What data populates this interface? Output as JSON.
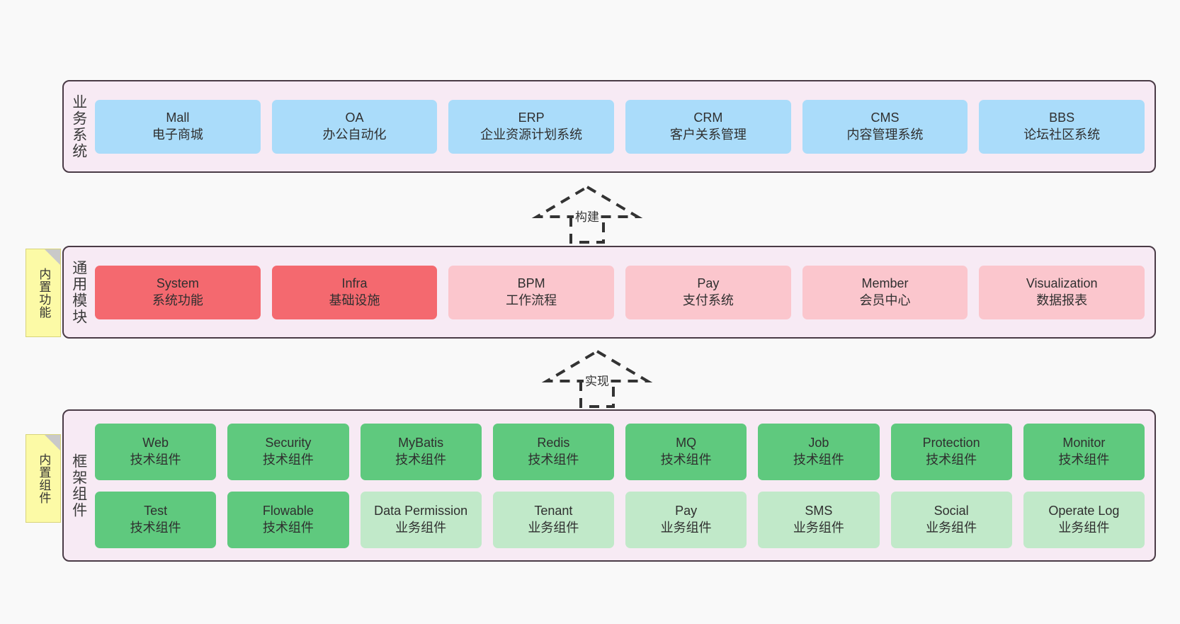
{
  "diagram": {
    "type": "layered-architecture",
    "background_color": "#f9f9f9",
    "container_color": "#f7eaf4",
    "container_border_color": "#4a3b46"
  },
  "layers": [
    {
      "id": "business",
      "label": "业务系统",
      "card_color": "#aadcfa",
      "rows": [
        [
          {
            "title": "Mall",
            "subtitle": "电子商城"
          },
          {
            "title": "OA",
            "subtitle": "办公自动化"
          },
          {
            "title": "ERP",
            "subtitle": "企业资源计划系统"
          },
          {
            "title": "CRM",
            "subtitle": "客户关系管理"
          },
          {
            "title": "CMS",
            "subtitle": "内容管理系统"
          },
          {
            "title": "BBS",
            "subtitle": "论坛社区系统"
          }
        ]
      ]
    },
    {
      "id": "common",
      "label": "通用模块",
      "note": "内置功能",
      "rows": [
        [
          {
            "title": "System",
            "subtitle": "系统功能",
            "color": "#f4696f"
          },
          {
            "title": "Infra",
            "subtitle": "基础设施",
            "color": "#f4696f"
          },
          {
            "title": "BPM",
            "subtitle": "工作流程",
            "color": "#fbc6cd"
          },
          {
            "title": "Pay",
            "subtitle": "支付系统",
            "color": "#fbc6cd"
          },
          {
            "title": "Member",
            "subtitle": "会员中心",
            "color": "#fbc6cd"
          },
          {
            "title": "Visualization",
            "subtitle": "数据报表",
            "color": "#fbc6cd"
          }
        ]
      ]
    },
    {
      "id": "framework",
      "label": "框架组件",
      "note": "内置组件",
      "rows": [
        [
          {
            "title": "Web",
            "subtitle": "技术组件",
            "color": "#5fc97e"
          },
          {
            "title": "Security",
            "subtitle": "技术组件",
            "color": "#5fc97e"
          },
          {
            "title": "MyBatis",
            "subtitle": "技术组件",
            "color": "#5fc97e"
          },
          {
            "title": "Redis",
            "subtitle": "技术组件",
            "color": "#5fc97e"
          },
          {
            "title": "MQ",
            "subtitle": "技术组件",
            "color": "#5fc97e"
          },
          {
            "title": "Job",
            "subtitle": "技术组件",
            "color": "#5fc97e"
          },
          {
            "title": "Protection",
            "subtitle": "技术组件",
            "color": "#5fc97e"
          },
          {
            "title": "Monitor",
            "subtitle": "技术组件",
            "color": "#5fc97e"
          }
        ],
        [
          {
            "title": "Test",
            "subtitle": "技术组件",
            "color": "#5fc97e"
          },
          {
            "title": "Flowable",
            "subtitle": "技术组件",
            "color": "#5fc97e"
          },
          {
            "title": "Data Permission",
            "subtitle": "业务组件",
            "color": "#c1e9c9"
          },
          {
            "title": "Tenant",
            "subtitle": "业务组件",
            "color": "#c1e9c9"
          },
          {
            "title": "Pay",
            "subtitle": "业务组件",
            "color": "#c1e9c9"
          },
          {
            "title": "SMS",
            "subtitle": "业务组件",
            "color": "#c1e9c9"
          },
          {
            "title": "Social",
            "subtitle": "业务组件",
            "color": "#c1e9c9"
          },
          {
            "title": "Operate Log",
            "subtitle": "业务组件",
            "color": "#c1e9c9"
          }
        ]
      ]
    }
  ],
  "connectors": [
    {
      "id": "build",
      "label": "构建",
      "style": "dashed-hollow-triangle",
      "direction": "up"
    },
    {
      "id": "impl",
      "label": "实现",
      "style": "dashed-hollow-triangle",
      "direction": "up"
    }
  ]
}
